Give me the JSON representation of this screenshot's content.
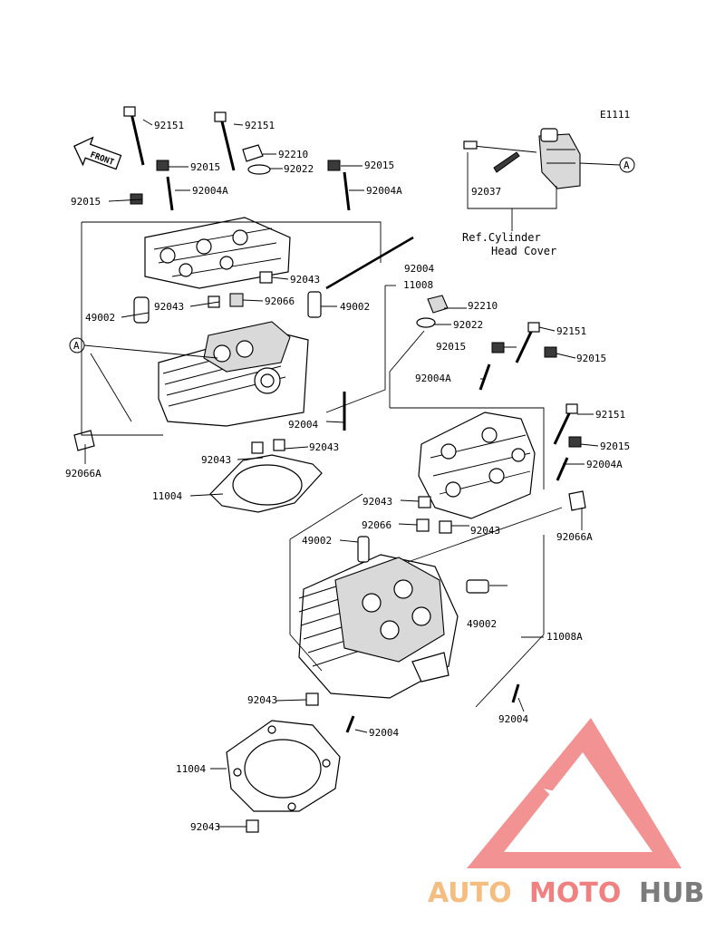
{
  "diagram_code": "E1111",
  "front_marker": "FRONT",
  "ref_note": {
    "line1": "Ref.Cylinder",
    "line2": "Head Cover"
  },
  "callout_a": "A",
  "labels": {
    "l01": "92151",
    "l02": "92151",
    "l03": "92210",
    "l04": "92015",
    "l05": "92022",
    "l06": "92015",
    "l07": "92004A",
    "l08": "92015",
    "l09": "92004A",
    "l10": "92004",
    "l11": "11008",
    "l12": "92043",
    "l13": "92066",
    "l14": "92043",
    "l15": "49002",
    "l16": "49002",
    "l17": "92004",
    "l18": "92043",
    "l19": "92043",
    "l20": "92066A",
    "l21": "11004",
    "l22": "92037",
    "l23": "92210",
    "l24": "92022",
    "l25": "92151",
    "l26": "92015",
    "l27": "92015",
    "l28": "92004A",
    "l29": "92151",
    "l30": "92015",
    "l31": "92004A",
    "l32": "92043",
    "l33": "92066",
    "l34": "92043",
    "l35": "92066A",
    "l36": "49002",
    "l37": "49002",
    "l38": "11008A",
    "l39": "92043",
    "l40": "92004",
    "l41": "92004",
    "l42": "11004",
    "l43": "92043"
  },
  "watermark": {
    "part1": "AUTO",
    "part2": "MOTO",
    "part3": "HUB"
  },
  "colors": {
    "watermark_orange": "#f5b26b",
    "watermark_red": "#ef6b6b",
    "watermark_gray": "#666666",
    "triangle": "#f08080"
  }
}
